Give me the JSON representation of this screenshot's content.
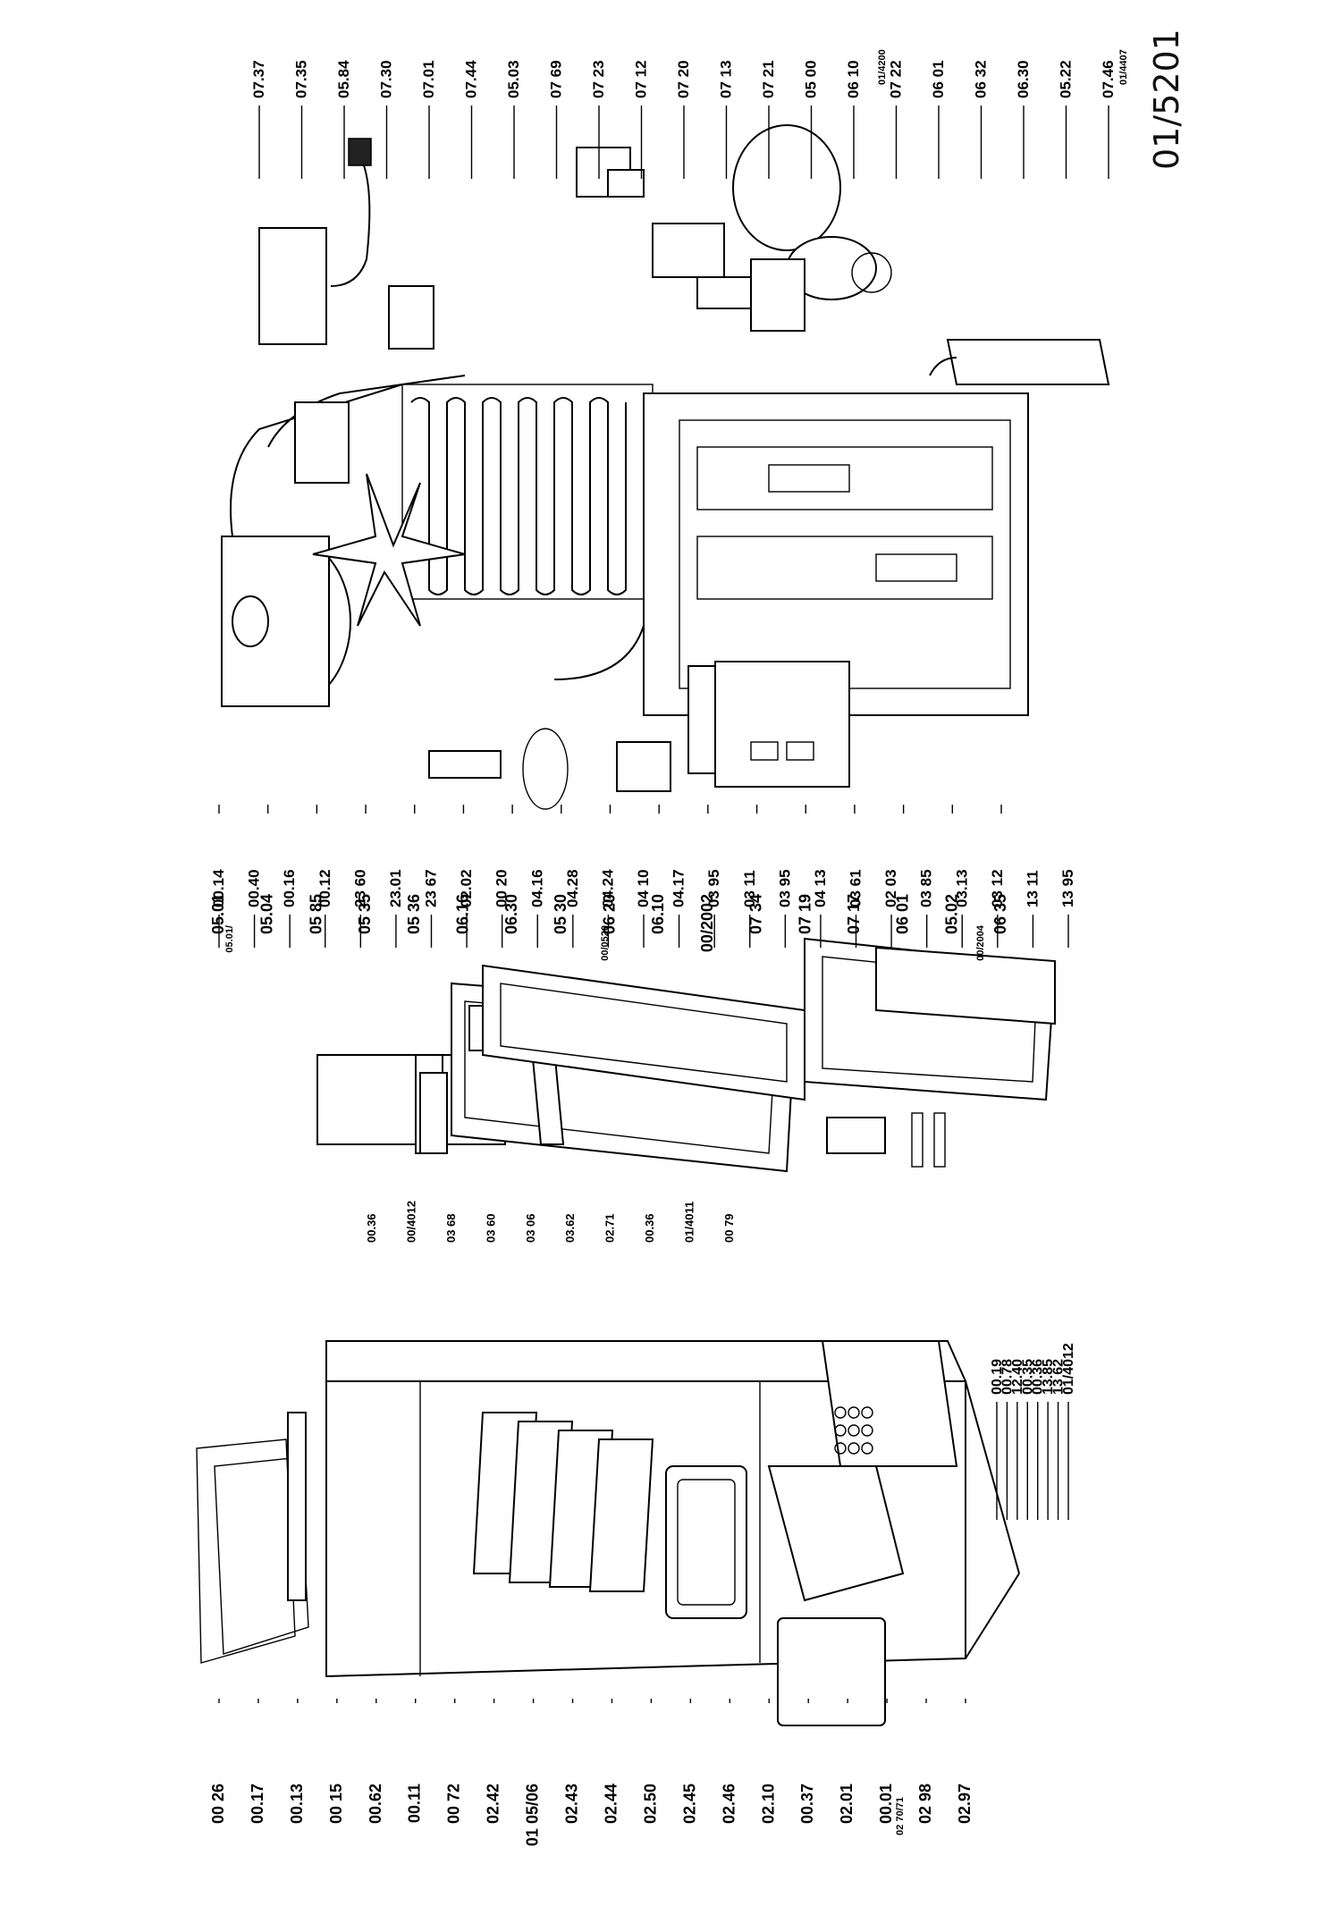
{
  "drawing_number": "01/5201",
  "left_labels": {
    "bottom_row": [
      "00 26",
      "00.17",
      "00.13",
      "00 15",
      "00.62",
      "00.11",
      "00 72",
      "02.42",
      "01 05/06",
      "02.43",
      "02.44",
      "02.50",
      "02.45",
      "02.46",
      "02.10",
      "00.37",
      "02.01",
      "00.01",
      "02 98",
      "02.97"
    ],
    "bottom_row_small": [
      "02 70/71"
    ],
    "top_row": [
      "00.14",
      "00.40",
      "00.16",
      "00.12",
      "23 60",
      "23.01",
      "23 67",
      "02.02",
      "00 20",
      "04.16",
      "04.28",
      "04.24",
      "04 10",
      "04.17",
      "03 95",
      "03 11",
      "03 95",
      "04 13",
      "03 61",
      "02 03",
      "03 85",
      "03.13",
      "03 12",
      "13 11",
      "13 95"
    ],
    "right_col": [
      "00.19",
      "00.78",
      "12.40",
      "00.35",
      "00.36",
      "13.85",
      "13 62",
      "01/4012"
    ],
    "inner": [
      "00.36",
      "00/4012",
      "03 68",
      "03 60",
      "03 06",
      "03.62",
      "02.71",
      "00.36",
      "01/4011",
      "00 79"
    ]
  },
  "right_labels": {
    "bottom_row": [
      "05.01",
      "05.04",
      "05 85",
      "05 35",
      "05 36",
      "06.16",
      "06.30",
      "05 30",
      "06 20",
      "06.10",
      "00/2002",
      "07 34",
      "07 19",
      "07 17",
      "06 01",
      "05.02",
      "06 35"
    ],
    "bottom_row_small": [
      "05.01/",
      "00/0520",
      "00/2004"
    ],
    "top_row": [
      "07.37",
      "07.35",
      "05.84",
      "07.30",
      "07.01",
      "07.44",
      "05.03",
      "07 69",
      "07 23",
      "07 12",
      "07 20",
      "07 13",
      "07 21",
      "05 00",
      "06 10",
      "07 22",
      "06 01",
      "06 32",
      "06.30",
      "05.22",
      "07.46"
    ],
    "top_row_small": [
      "01/4200",
      "01/4407"
    ]
  }
}
